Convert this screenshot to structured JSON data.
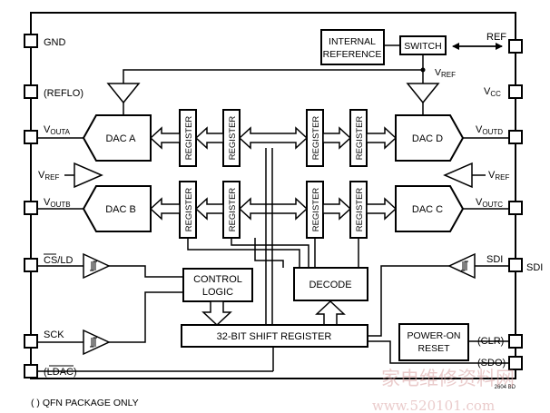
{
  "pins_left": {
    "gnd": "GND",
    "reflo": "(REFLO)",
    "vouta": "V",
    "vouta_sub": "OUTA",
    "vref_a": "V",
    "vref_a_sub": "REF",
    "voutb": "V",
    "voutb_sub": "OUTB",
    "cs_ld": "CS/LD",
    "sck": "SCK",
    "ldac": "(LDAC)"
  },
  "pins_right": {
    "ref": "REF",
    "vcc": "V",
    "vcc_sub": "CC",
    "voutd": "V",
    "voutd_sub": "OUTD",
    "vref_c": "V",
    "vref_c_sub": "REF",
    "voutc": "V",
    "voutc_sub": "OUTC",
    "sdi_inner": "SDI",
    "sdi_outer": "SDI",
    "clr": "(CLR)",
    "sdo": "(SDO)"
  },
  "blocks": {
    "internal_reference_line1": "INTERNAL",
    "internal_reference_line2": "REFERENCE",
    "switch": "SWITCH",
    "vref_node": "V",
    "vref_node_sub": "REF",
    "dac_a": "DAC A",
    "dac_b": "DAC B",
    "dac_c": "DAC C",
    "dac_d": "DAC D",
    "register": "REGISTER",
    "control_logic_line1": "CONTROL",
    "control_logic_line2": "LOGIC",
    "decode": "DECODE",
    "shift_register": "32-BIT SHIFT REGISTER",
    "power_on_reset_line1": "POWER-ON",
    "power_on_reset_line2": "RESET"
  },
  "footnote": "( ) QFN PACKAGE ONLY",
  "figure_code": "2604 BD",
  "watermark_cn": "家电维修资料网",
  "watermark_url": "www.520101.com",
  "colors": {
    "line": "#000000",
    "background": "#ffffff",
    "watermark": "#d9a0a0"
  }
}
